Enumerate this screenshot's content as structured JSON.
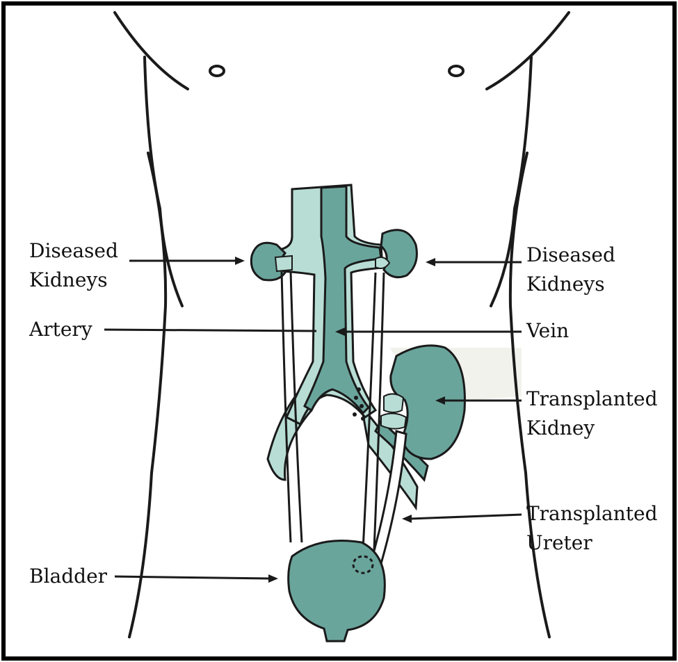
{
  "labels": {
    "diseased_left": [
      "Diseased",
      "Kidneys"
    ],
    "diseased_right": [
      "Diseased",
      "Kidneys"
    ],
    "artery": "Artery",
    "vein": "Vein",
    "transplanted_kidney": [
      "Transplanted",
      "Kidney"
    ],
    "transplanted_ureter": [
      "Transplanted",
      "Ureter"
    ],
    "bladder": "Bladder"
  },
  "colors": {
    "organ_fill": "#6aa59c",
    "vessel_fill": "#b8ddd4",
    "outline": "#1a1a1a",
    "frame": "#000000",
    "shadow": "#f2f2ec"
  }
}
